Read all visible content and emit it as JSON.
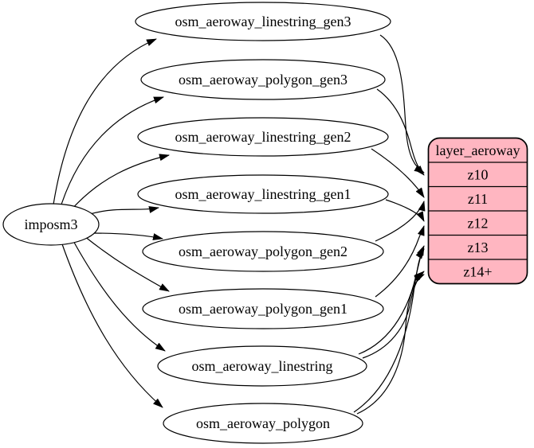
{
  "diagram": {
    "type": "etl-graph",
    "colors": {
      "background": "#ffffff",
      "table_node_fill": "#ffffff",
      "layer_node_fill": "#ffb6c1",
      "stroke": "#000000"
    },
    "source": {
      "label": "imposm3"
    },
    "tables": [
      {
        "label": "osm_aeroway_linestring_gen3"
      },
      {
        "label": "osm_aeroway_polygon_gen3"
      },
      {
        "label": "osm_aeroway_linestring_gen2"
      },
      {
        "label": "osm_aeroway_linestring_gen1"
      },
      {
        "label": "osm_aeroway_polygon_gen2"
      },
      {
        "label": "osm_aeroway_polygon_gen1"
      },
      {
        "label": "osm_aeroway_linestring"
      },
      {
        "label": "osm_aeroway_polygon"
      }
    ],
    "layer": {
      "title": "layer_aeroway",
      "fill": "#ffb6c1",
      "rows": [
        "z10",
        "z11",
        "z12",
        "z13",
        "z14+"
      ]
    },
    "edges": [
      {
        "from": "imposm3",
        "to": "osm_aeroway_linestring_gen3"
      },
      {
        "from": "imposm3",
        "to": "osm_aeroway_polygon_gen3"
      },
      {
        "from": "imposm3",
        "to": "osm_aeroway_linestring_gen2"
      },
      {
        "from": "imposm3",
        "to": "osm_aeroway_linestring_gen1"
      },
      {
        "from": "imposm3",
        "to": "osm_aeroway_polygon_gen2"
      },
      {
        "from": "imposm3",
        "to": "osm_aeroway_polygon_gen1"
      },
      {
        "from": "imposm3",
        "to": "osm_aeroway_linestring"
      },
      {
        "from": "imposm3",
        "to": "osm_aeroway_polygon"
      },
      {
        "from": "osm_aeroway_linestring_gen3",
        "to": "layer_aeroway.z10"
      },
      {
        "from": "osm_aeroway_polygon_gen3",
        "to": "layer_aeroway.z10"
      },
      {
        "from": "osm_aeroway_linestring_gen2",
        "to": "layer_aeroway.z11"
      },
      {
        "from": "osm_aeroway_polygon_gen2",
        "to": "layer_aeroway.z11"
      },
      {
        "from": "osm_aeroway_linestring_gen1",
        "to": "layer_aeroway.z12"
      },
      {
        "from": "osm_aeroway_polygon_gen1",
        "to": "layer_aeroway.z12"
      },
      {
        "from": "osm_aeroway_linestring",
        "to": "layer_aeroway.z13"
      },
      {
        "from": "osm_aeroway_polygon",
        "to": "layer_aeroway.z13"
      },
      {
        "from": "osm_aeroway_linestring",
        "to": "layer_aeroway.z14+"
      },
      {
        "from": "osm_aeroway_polygon",
        "to": "layer_aeroway.z14+"
      }
    ]
  }
}
